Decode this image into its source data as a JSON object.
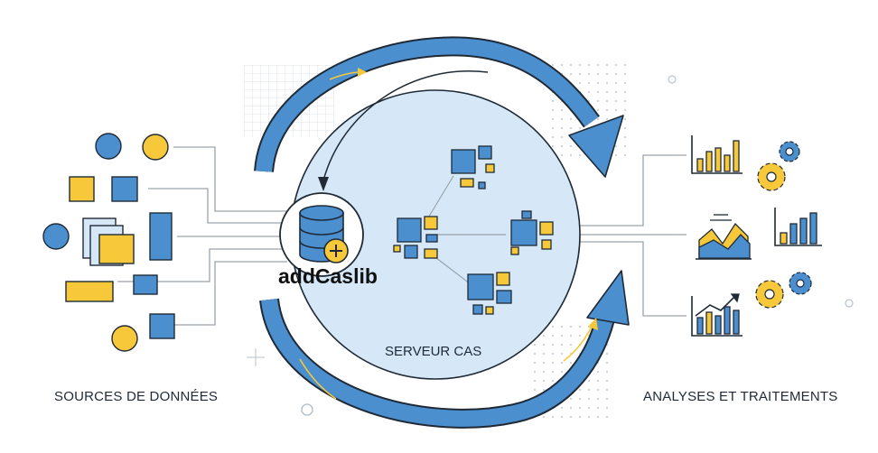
{
  "labels": {
    "sources": "SOURCES DE DONNÉES",
    "server": "SERVEUR CAS",
    "analyses": "ANALYSES ET TRAITEMENTS",
    "action": "addCaslib"
  },
  "icons": {
    "database": "database-plus-icon",
    "gears": "gear-icon",
    "charts": "bar-chart-icon"
  },
  "colors": {
    "blue": "#4b8fcf",
    "yellow": "#f6c83a",
    "light_blue": "#d6e8f8",
    "outline": "#1f2a36",
    "connector": "#9aa3ab"
  }
}
